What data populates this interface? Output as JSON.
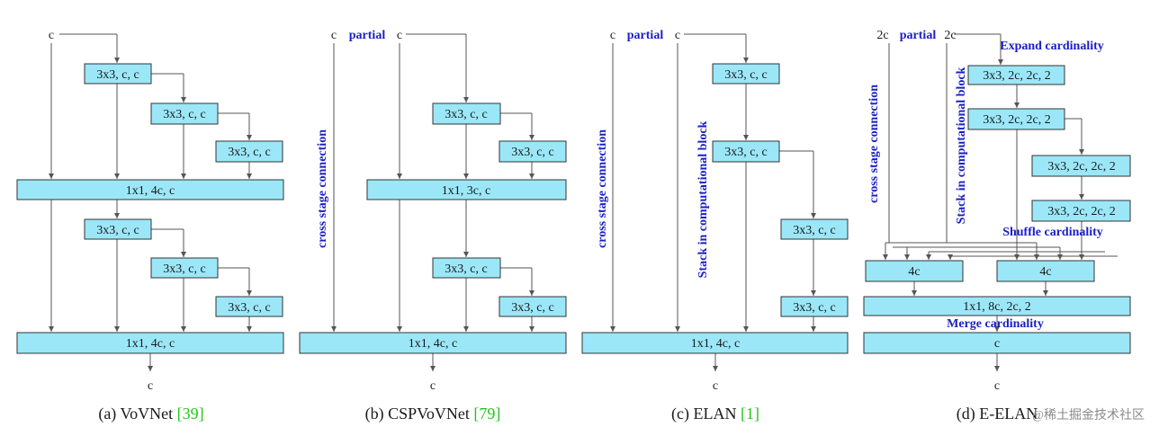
{
  "colors": {
    "box_fill": "#9be7f8",
    "box_stroke": "#333333",
    "line": "#555555",
    "annotation": "#1a1fc4",
    "reference": "#22c61a"
  },
  "panel_a": {
    "input": "c",
    "output": "c",
    "blocks": [
      "3x3, c, c",
      "3x3, c, c",
      "3x3, c, c",
      "1x1, 4c, c",
      "3x3, c, c",
      "3x3, c, c",
      "3x3, c, c",
      "1x1, 4c, c"
    ],
    "caption": "(a) VoVNet ",
    "ref": "[39]"
  },
  "panel_b": {
    "input_left": "c",
    "partial": "partial",
    "input_right": "c",
    "output": "c",
    "cross_stage": "cross stage connection",
    "blocks": [
      "3x3, c, c",
      "3x3, c, c",
      "1x1, 3c, c",
      "3x3, c, c",
      "3x3, c, c",
      "1x1, 4c, c"
    ],
    "caption": "(b) CSPVoVNet ",
    "ref": "[79]"
  },
  "panel_c": {
    "input_left": "c",
    "partial": "partial",
    "input_right": "c",
    "output": "c",
    "cross_stage": "cross stage connection",
    "stack": "Stack in computational block",
    "blocks": [
      "3x3, c, c",
      "3x3, c, c",
      "3x3, c, c",
      "3x3, c, c",
      "1x1, 4c, c"
    ],
    "caption": "(c) ELAN ",
    "ref": "[1]"
  },
  "panel_d": {
    "input_left": "2c",
    "partial": "partial",
    "input_right": "2c",
    "output": "c",
    "cross_stage": "cross stage connection",
    "stack": "Stack in computational block",
    "expand": "Expand cardinality",
    "shuffle": "Shuffle cardinality",
    "merge": "Merge cardinality",
    "blocks": [
      "3x3, 2c, 2c, 2",
      "3x3, 2c, 2c, 2",
      "3x3, 2c, 2c, 2",
      "3x3, 2c, 2c, 2",
      "4c",
      "4c",
      "1x1, 8c, 2c, 2",
      "c"
    ],
    "caption": "(d) E-ELAN"
  },
  "watermark": "@稀土掘金技术社区"
}
